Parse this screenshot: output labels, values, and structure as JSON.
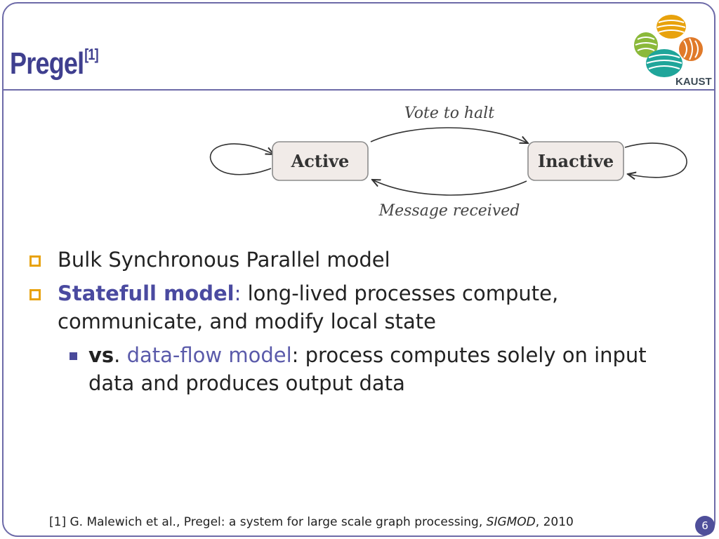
{
  "slide": {
    "title": "Pregel",
    "title_ref": "[1]",
    "logo_text": "KAUST"
  },
  "diagram": {
    "states": [
      "Active",
      "Inactive"
    ],
    "edges": {
      "top": "Vote to halt",
      "bottom": "Message received"
    }
  },
  "bullets": [
    {
      "text": "Bulk Synchronous Parallel model"
    },
    {
      "emph": "Statefull model",
      "colon": ":",
      "text": " long-lived processes compute, communicate, and modify local state"
    }
  ],
  "sub_bullet": {
    "vs": "vs",
    "dot": ". ",
    "emph": "data-flow model",
    "text": ": process computes solely on input data and produces output data"
  },
  "footnote": {
    "prefix": "[1] G. Malewich et al., Pregel: a system for large scale graph processing, ",
    "venue": "SIGMOD",
    "suffix": ", 2010"
  },
  "page_number": "6",
  "colors": {
    "title": "#3f3f8f",
    "frame": "#6d6aa8",
    "bullet_marker": "#e8a20c",
    "state_fill": "#f1ebe8"
  }
}
